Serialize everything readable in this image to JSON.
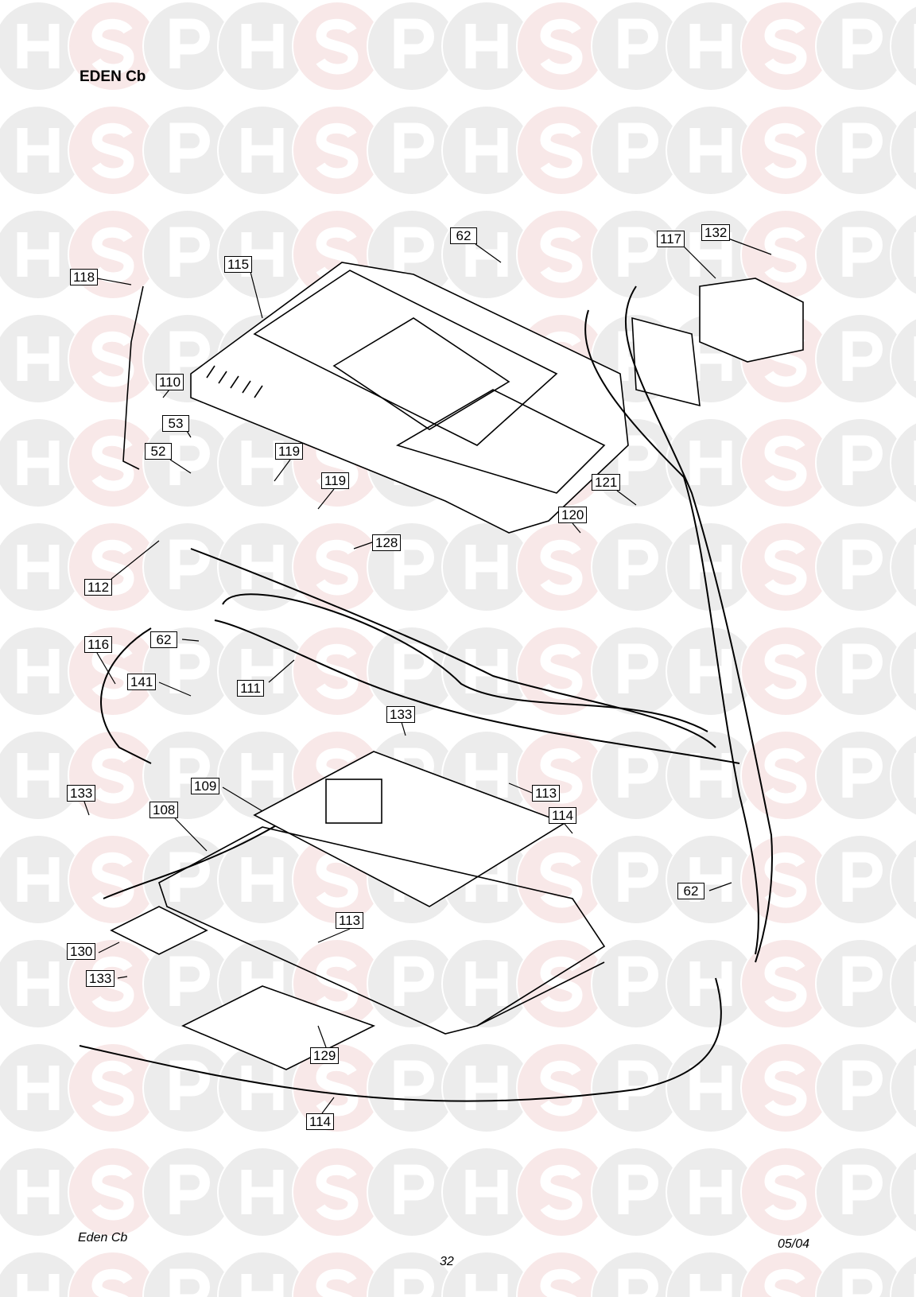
{
  "header": {
    "title": "EDEN Cb"
  },
  "footer": {
    "left": "Eden Cb",
    "page": "32",
    "date": "05/04"
  },
  "watermark": {
    "letters": [
      "H",
      "S",
      "P"
    ],
    "grey": "#ececec",
    "pink": "#f8e8e8"
  },
  "callouts": [
    "118",
    "115",
    "62",
    "117",
    "132",
    "110",
    "53",
    "52",
    "119",
    "119",
    "121",
    "120",
    "128",
    "112",
    "116",
    "62",
    "141",
    "111",
    "133",
    "109",
    "113",
    "108",
    "133",
    "114",
    "62",
    "130",
    "133",
    "113",
    "129",
    "114"
  ]
}
